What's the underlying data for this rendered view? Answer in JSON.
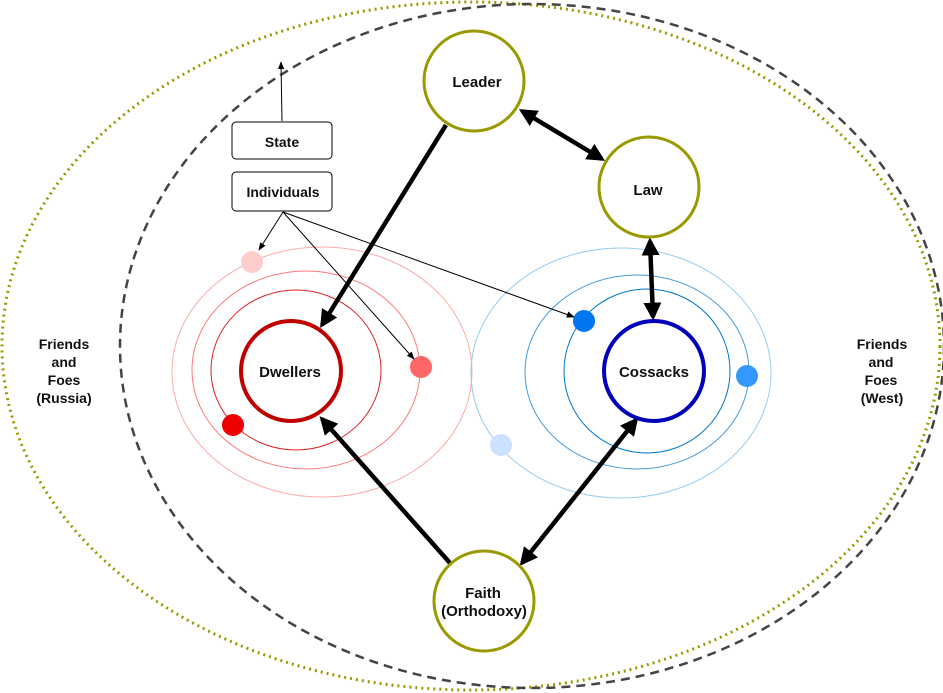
{
  "nodes": {
    "leader": "Leader",
    "law": "Law",
    "dwellers": "Dwellers",
    "cossacks": "Cossacks",
    "faith_line1": "Faith",
    "faith_line2": "(Orthodoxy)"
  },
  "boxes": {
    "state": "State",
    "individuals": "Individuals"
  },
  "side_labels": {
    "left": [
      "Friends",
      "and",
      "Foes",
      "(Russia)"
    ],
    "right": [
      "Friends",
      "and",
      "Foes",
      "(West)"
    ]
  },
  "colors": {
    "olive": "#999900",
    "dark_red": "#c00000",
    "dark_blue": "#0000bb",
    "red_dot": "#ee0000",
    "light_red_dot": "#ff6666",
    "pale_red_dot": "#ffcccc",
    "blue_dot": "#0077ee",
    "light_blue_dot": "#3399ff",
    "pale_blue_dot": "#cce0ff"
  }
}
